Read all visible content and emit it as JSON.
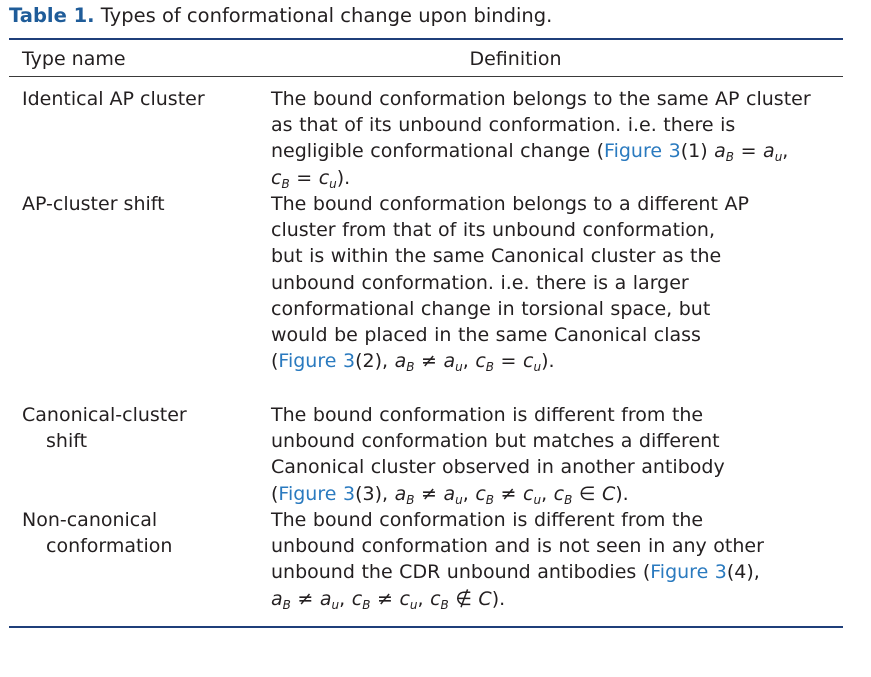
{
  "caption": {
    "label": "Table 1.",
    "text": " Types of conformational change upon binding."
  },
  "header": {
    "type_name": "Type name",
    "definition": "Definition"
  },
  "rows": [
    {
      "type_lines": [
        "Identical AP cluster"
      ],
      "def_lines": [
        "The bound conformation belongs to the same AP cluster",
        "as that of its unbound conformation. i.e. there is",
        "negligible conformational change (",
        "Figure 3",
        "(1) ",
        "a_B = a_u, c_B = c_u)."
      ]
    },
    {
      "type_lines": [
        "AP-cluster shift"
      ],
      "def_lines": [
        "The bound conformation belongs to a different AP",
        "cluster from that of its unbound conformation,",
        "but is within the same Canonical cluster as the",
        "unbound conformation. i.e. there is a larger",
        "conformational change in torsional space, but",
        "would be placed in the same Canonical class",
        "Figure 3",
        "(2), a_B ≠ a_u, c_B = c_u)."
      ]
    },
    {
      "type_lines": [
        "Canonical-cluster",
        "shift"
      ],
      "def_lines": [
        "The bound conformation is different from the",
        "unbound conformation but matches a different",
        "Canonical cluster observed in another antibody",
        "Figure 3",
        "(3), a_B ≠ a_u, c_B ≠ c_u, c_B ∈ C)."
      ]
    },
    {
      "type_lines": [
        "Non-canonical",
        "conformation"
      ],
      "def_lines": [
        "The bound conformation is different from the",
        "unbound conformation and is not seen in any other",
        "unbound the CDR unbound antibodies (",
        "Figure 3",
        "(4),",
        "a_B ≠ a_u, c_B ≠ c_u, c_B ∉ C)."
      ]
    }
  ],
  "colors": {
    "caption_label": "#1f5c99",
    "link": "#2a7abf",
    "rule": "#1f3f7a",
    "text": "#231f20"
  }
}
